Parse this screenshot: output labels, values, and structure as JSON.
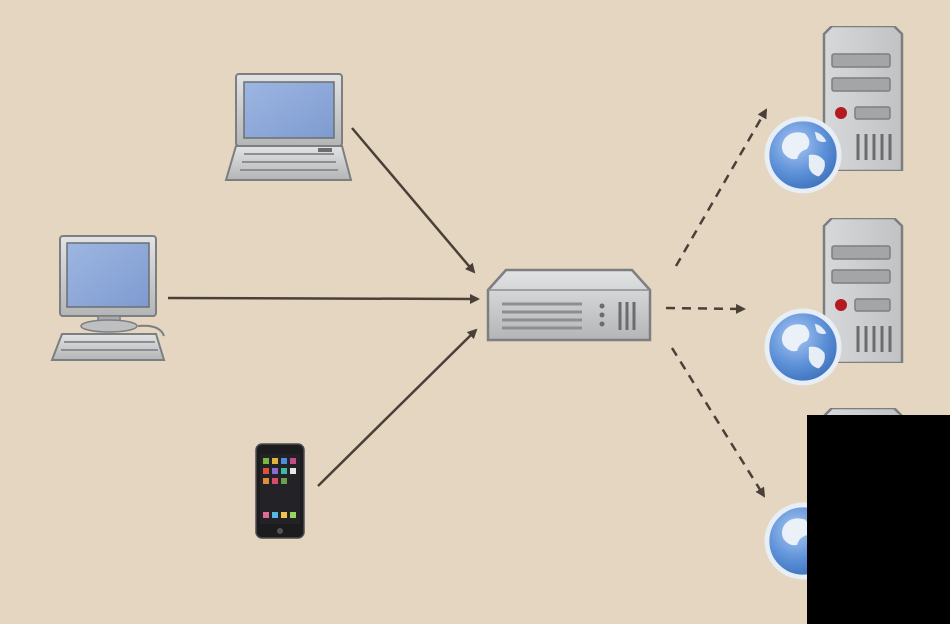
{
  "diagram": {
    "background_color": "#e4d6c1",
    "clients": [
      {
        "id": "laptop",
        "icon": "laptop-icon"
      },
      {
        "id": "desktop",
        "icon": "desktop-computer-icon"
      },
      {
        "id": "smartphone",
        "icon": "smartphone-icon"
      }
    ],
    "hub": {
      "id": "load-balancer",
      "icon": "rack-appliance-icon"
    },
    "servers": [
      {
        "id": "web-server-1",
        "icon": "web-server-globe-icon"
      },
      {
        "id": "web-server-2",
        "icon": "web-server-globe-icon"
      },
      {
        "id": "web-server-3",
        "icon": "web-server-globe-icon",
        "obscured": true
      }
    ],
    "connections": [
      {
        "from": "laptop",
        "to": "load-balancer",
        "style": "solid"
      },
      {
        "from": "desktop",
        "to": "load-balancer",
        "style": "solid"
      },
      {
        "from": "smartphone",
        "to": "load-balancer",
        "style": "solid"
      },
      {
        "from": "load-balancer",
        "to": "web-server-1",
        "style": "dashed"
      },
      {
        "from": "load-balancer",
        "to": "web-server-2",
        "style": "dashed"
      },
      {
        "from": "load-balancer",
        "to": "web-server-3",
        "style": "dashed"
      }
    ],
    "colors": {
      "arrow": "#4a4038",
      "screen": "#8ea8d8",
      "device_body": "#c4c6c8",
      "device_outline": "#7c7e80",
      "globe": "#5c8fd6",
      "redaction": "#000000"
    }
  }
}
